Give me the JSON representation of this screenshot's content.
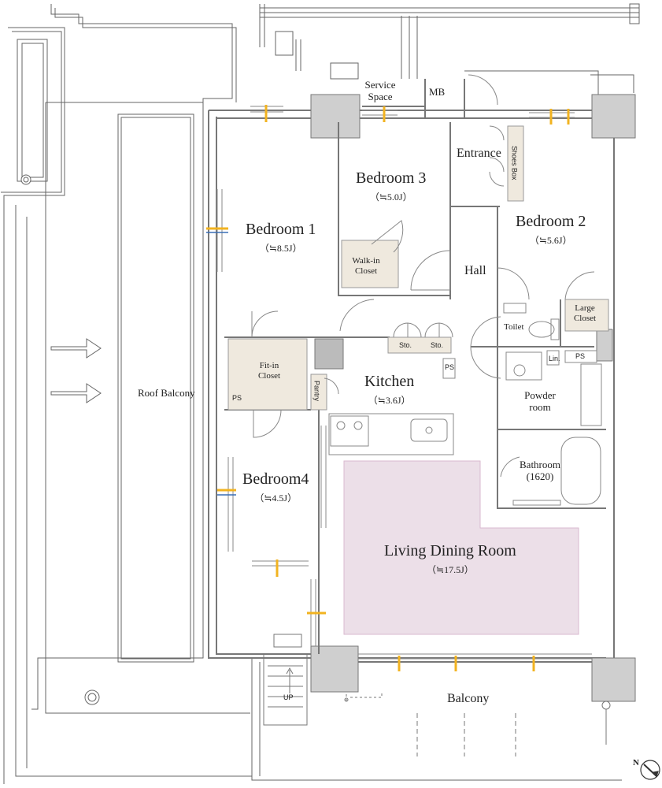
{
  "rooms": {
    "bedroom1": {
      "name": "Bedroom 1",
      "area": "（≒8.5J）"
    },
    "bedroom2": {
      "name": "Bedroom 2",
      "area": "（≒5.6J）"
    },
    "bedroom3": {
      "name": "Bedroom 3",
      "area": "（≒5.0J）"
    },
    "bedroom4": {
      "name": "Bedroom4",
      "area": "（≒4.5J）"
    },
    "kitchen": {
      "name": "Kitchen",
      "area": "（≒3.6J）"
    },
    "living": {
      "name": "Living Dining Room",
      "area": "（≒17.5J）"
    },
    "bathroom": {
      "name": "Bathroom",
      "size": "(1620)"
    }
  },
  "labels": {
    "service_space": "Service Space",
    "mb": "MB",
    "entrance": "Entrance",
    "shoes_box": "Shoes Box",
    "hall": "Hall",
    "walk_in_closet": "Walk-in Closet",
    "fit_in_closet": "Fit-in Closet",
    "pantry": "Pantry",
    "sto": "Sto.",
    "ps": "PS",
    "toilet": "Toilet",
    "large_closet": "Large Closet",
    "lin": "Lin.",
    "powder_room": "Powder room",
    "roof_balcony": "Roof Balcony",
    "balcony": "Balcony",
    "up": "UP",
    "north": "N"
  },
  "colors": {
    "wall": "#888888",
    "line": "#555555",
    "closet": "#efe9de",
    "living_highlight": "#ecdfe8",
    "living_highlight_border": "#d9b9cf",
    "window_marker": "#f2b320",
    "window_marker_blue": "#3a6fb5"
  }
}
